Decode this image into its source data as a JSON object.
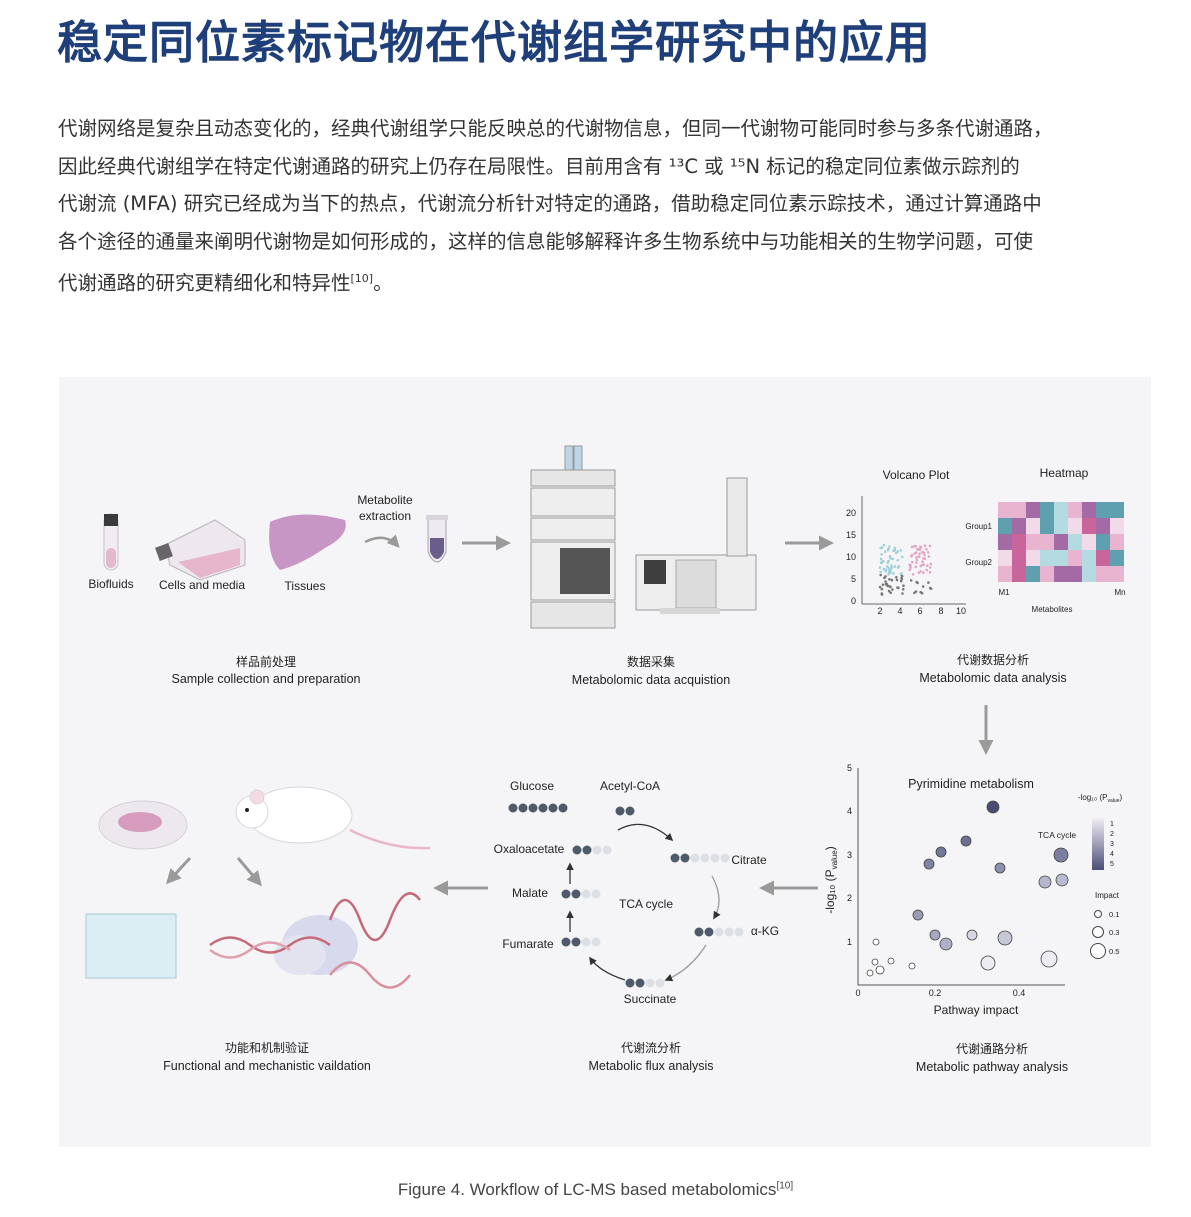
{
  "heading": "稳定同位素标记物在代谢组学研究中的应用",
  "paragraph": {
    "line1": "代谢网络是复杂且动态变化的，经典代谢组学只能反映总的代谢物信息，但同一代谢物可能同时参与多条代谢通路，",
    "line2": "因此经典代谢组学在特定代谢通路的研究上仍存在局限性。目前用含有 ¹³C 或 ¹⁵N 标记的稳定同位素做示踪剂的",
    "line3": "代谢流 (MFA) 研究已经成为当下的热点，代谢流分析针对特定的通路，借助稳定同位素示踪技术，通过计算通路中",
    "line4": "各个途径的通量来阐明代谢物是如何形成的，这样的信息能够解释许多生物系统中与功能相关的生物学问题，可使",
    "line5": "代谢通路的研究更精细化和特异性",
    "line5_ref": "[10]",
    "line5_end": "。"
  },
  "figure": {
    "samples": {
      "biofluids": "Biofluids",
      "cells": "Cells and media",
      "tissues": "Tissues",
      "extraction_1": "Metabolite",
      "extraction_2": "extraction",
      "step_cn": "样品前处理",
      "step_en": "Sample collection and preparation"
    },
    "acquisition": {
      "step_cn": "数据采集",
      "step_en": "Metabolomic data  acquistion"
    },
    "analysis": {
      "volcano_title": "Volcano Plot",
      "heatmap_title": "Heatmap",
      "group1": "Group1",
      "group2": "Group2",
      "m1": "M1",
      "mn": "Mn",
      "metabolites": "Metabolites",
      "volcano_y_ticks": [
        "20",
        "15",
        "10",
        "5",
        "0"
      ],
      "volcano_x_ticks": [
        "2",
        "4",
        "6",
        "8",
        "10"
      ],
      "step_cn": "代谢数据分析",
      "step_en": "Metabolomic data analysis"
    },
    "pathway": {
      "title": "Pyrimidine metabolism",
      "tca_label": "TCA cycle",
      "y_label": "-log₁₀ (P",
      "y_label_sub": "value",
      "y_label_end": ")",
      "x_label": "Pathway impact",
      "y_ticks": [
        "5",
        "4",
        "3",
        "2",
        "1"
      ],
      "x_ticks": [
        "0",
        "0.2",
        "0.4"
      ],
      "legend_color_title": "-log₁₀ (P",
      "legend_color_sub": "value",
      "legend_color_end": ")",
      "legend_color_ticks": [
        "1",
        "2",
        "3",
        "4",
        "5"
      ],
      "legend_impact_title": "Impact",
      "legend_impact_values": [
        "0.1",
        "0.3",
        "0.5"
      ],
      "step_cn": "代谢通路分析",
      "step_en": "Metabolic pathway analysis"
    },
    "flux": {
      "glucose": "Glucose",
      "acetyl": "Acetyl-CoA",
      "oxaloacetate": "Oxaloacetate",
      "citrate": "Citrate",
      "malate": "Malate",
      "tca": "TCA cycle",
      "akg": "α-KG",
      "fumarate": "Fumarate",
      "succinate": "Succinate",
      "step_cn": "代谢流分析",
      "step_en": "Metabolic flux analysis"
    },
    "validation": {
      "step_cn": "功能和机制验证",
      "step_en": "Functional and mechanistic vaildation"
    }
  },
  "caption": {
    "text": "Figure 4. Workflow of LC-MS based metabolomics",
    "ref": "[10]"
  }
}
